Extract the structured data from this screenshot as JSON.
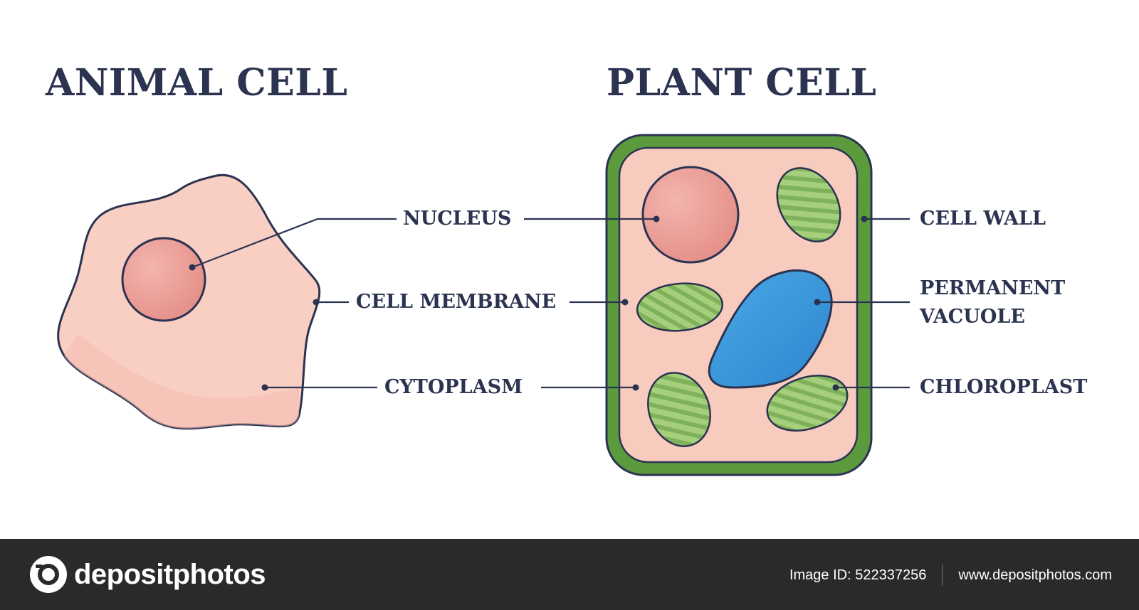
{
  "titles": {
    "animal": "ANIMAL CELL",
    "plant": "PLANT CELL"
  },
  "labels": {
    "nucleus": "NUCLEUS",
    "cell_membrane": "CELL MEMBRANE",
    "cytoplasm": "CYTOPLASM",
    "cell_wall": "CELL WALL",
    "permanent_vacuole_line1": "PERMANENT",
    "permanent_vacuole_line2": "VACUOLE",
    "chloroplast": "CHLOROPLAST"
  },
  "footer": {
    "brand": "depositphotos",
    "image_id": "Image ID: 522337256",
    "url": "www.depositphotos.com"
  },
  "colors": {
    "outline": "#2b3350",
    "animal_cytoplasm": "#f9cfc4",
    "nucleus": "#ea9a93",
    "plant_cytoplasm": "#f8cbbf",
    "cell_wall": "#5c9a3e",
    "vacuole": "#3d98da",
    "chloroplast": "#a5cf7b",
    "chloroplast_stripe": "#7fb15a",
    "footer_bg": "#2a2a2a"
  }
}
